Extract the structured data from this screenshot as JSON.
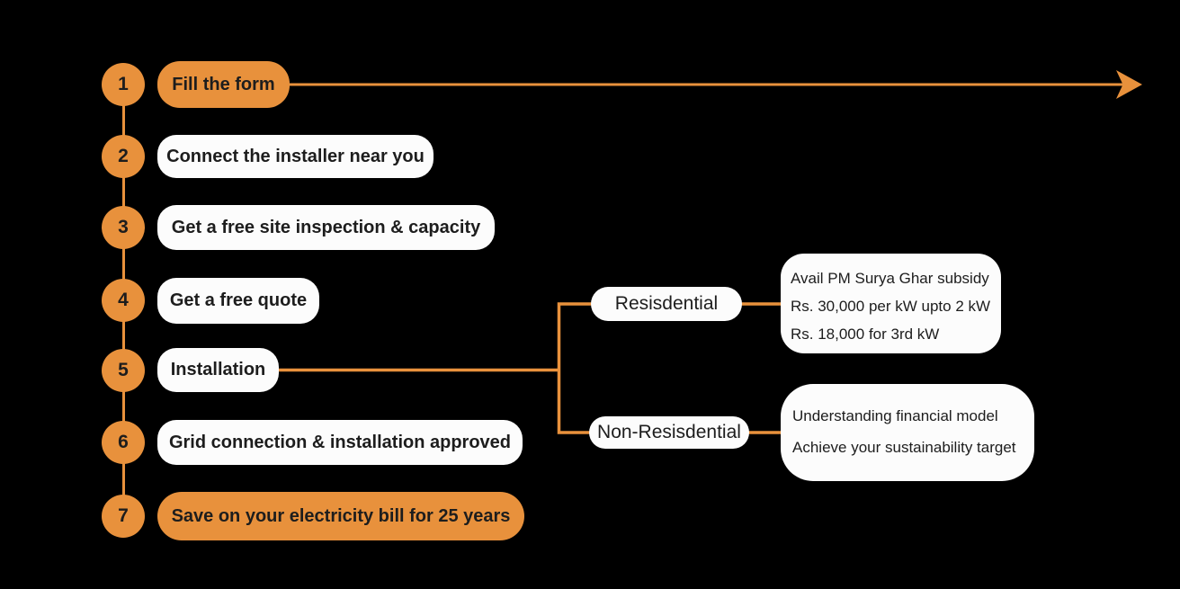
{
  "colors": {
    "background": "#000000",
    "accent_orange": "#E8913C",
    "pill_white": "#FCFCFC",
    "text_dark": "#1d1d1d"
  },
  "steps": [
    {
      "number": "1",
      "label": "Fill the form",
      "highlight": true
    },
    {
      "number": "2",
      "label": "Connect the installer near you",
      "highlight": false
    },
    {
      "number": "3",
      "label": "Get a free site inspection & capacity",
      "highlight": false
    },
    {
      "number": "4",
      "label": "Get a free quote",
      "highlight": false
    },
    {
      "number": "5",
      "label": "Installation",
      "highlight": false
    },
    {
      "number": "6",
      "label": "Grid connection & installation approved",
      "highlight": false
    },
    {
      "number": "7",
      "label": "Save on your electricity bill for 25 years",
      "highlight": true
    }
  ],
  "branches": {
    "residential": {
      "label": "Resisdential",
      "details": [
        "Avail PM Surya Ghar subsidy",
        "Rs. 30,000 per kW upto 2 kW",
        "Rs. 18,000 for 3rd kW"
      ]
    },
    "non_residential": {
      "label": "Non-Resisdential",
      "details": [
        "Understanding financial model",
        "Achieve your sustainability target"
      ]
    }
  }
}
